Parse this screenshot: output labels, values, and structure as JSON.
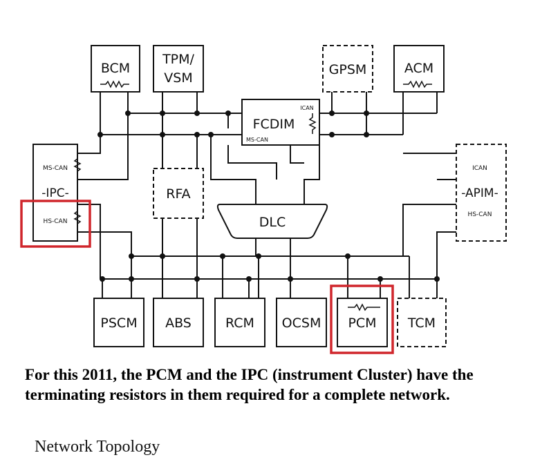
{
  "modules": {
    "bcm": "BCM",
    "tpm_line1": "TPM/",
    "tpm_line2": "VSM",
    "gpsm": "GPSM",
    "acm": "ACM",
    "fcdim": "FCDIM",
    "ipc": "-IPC-",
    "rfa": "RFA",
    "dlc": "DLC",
    "apim": "-APIM-",
    "pscm": "PSCM",
    "abs": "ABS",
    "rcm": "RCM",
    "ocsm": "OCSM",
    "pcm": "PCM",
    "tcm": "TCM"
  },
  "bus_labels": {
    "ms_can": "MS-CAN",
    "hs_can": "HS-CAN",
    "ican": "ICAN"
  },
  "caption": "For this 2011, the PCM and the IPC (instrument Cluster) have the terminating resistors in them required for a complete network.",
  "subcaption": "Network Topology",
  "colors": {
    "highlight": "#d0262c",
    "line": "#111111"
  }
}
